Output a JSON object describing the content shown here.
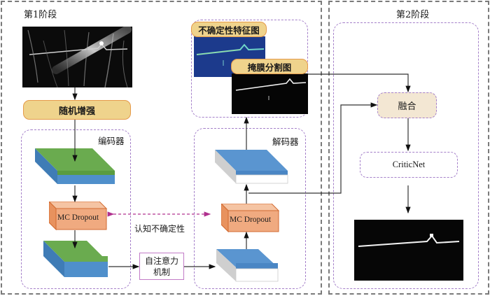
{
  "stage1": {
    "title": "第1阶段",
    "input_image": "raw-grayscale-wire-image",
    "augment_label": "随机增强",
    "encoder": {
      "label": "编码器",
      "mc_dropout_label": "MC Dropout"
    },
    "attention_label_line1": "自注意力",
    "attention_label_line2": "机制",
    "epistemic_label": "认知不确定性",
    "decoder": {
      "label": "解码器",
      "mc_dropout_label": "MC Dropout"
    },
    "outputs": {
      "uncertainty_map_label": "不确定性特征图",
      "mask_label": "掩膜分割图"
    }
  },
  "stage2": {
    "title": "第2阶段",
    "fusion_label": "融合",
    "criticnet_label": "CriticNet",
    "output_image": "refined-segmentation-mask"
  },
  "colors": {
    "stage_border": "#7a7a7a",
    "group_border": "#a47fc9",
    "pill_fill": "#efd38c",
    "pill_border": "#e59a4a",
    "encoder_top": "#6aab4f",
    "encoder_side": "#4f8fcb",
    "decoder_top": "#5a95d0",
    "decoder_side": "#ffffff",
    "mc_dropout_fill": "#f0aa80",
    "mc_dropout_border": "#d26a30",
    "uncertainty_link": "#b0308e",
    "fusion_fill": "#f3e7d3",
    "attention_border": "#c27bc7"
  }
}
